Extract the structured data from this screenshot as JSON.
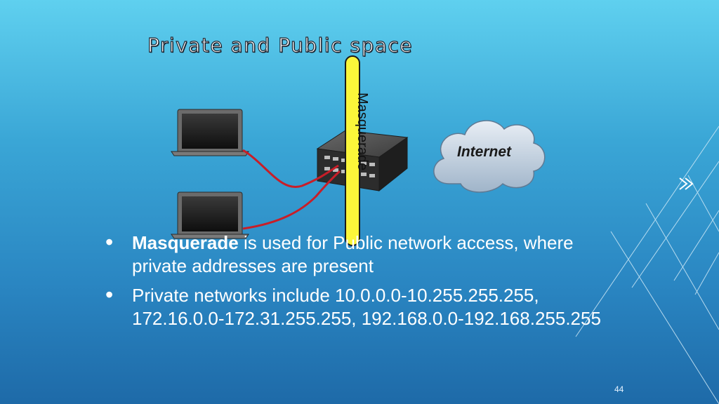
{
  "slide": {
    "title": "Private and Public space",
    "page_number": "44"
  },
  "diagram": {
    "masquerade_label": "Masquerade",
    "cloud_label": "Internet",
    "colors": {
      "cable": "#c81e28",
      "masquerade_bar": "#fbf63a"
    }
  },
  "bullets": [
    {
      "bold": "Masquerade",
      "text": " is used for Public network access, where private addresses are present"
    },
    {
      "bold": "",
      "text": "Private networks include 10.0.0.0-10.255.255.255, 172.16.0.0-172.31.255.255, 192.168.0.0-192.168.255.255"
    }
  ]
}
